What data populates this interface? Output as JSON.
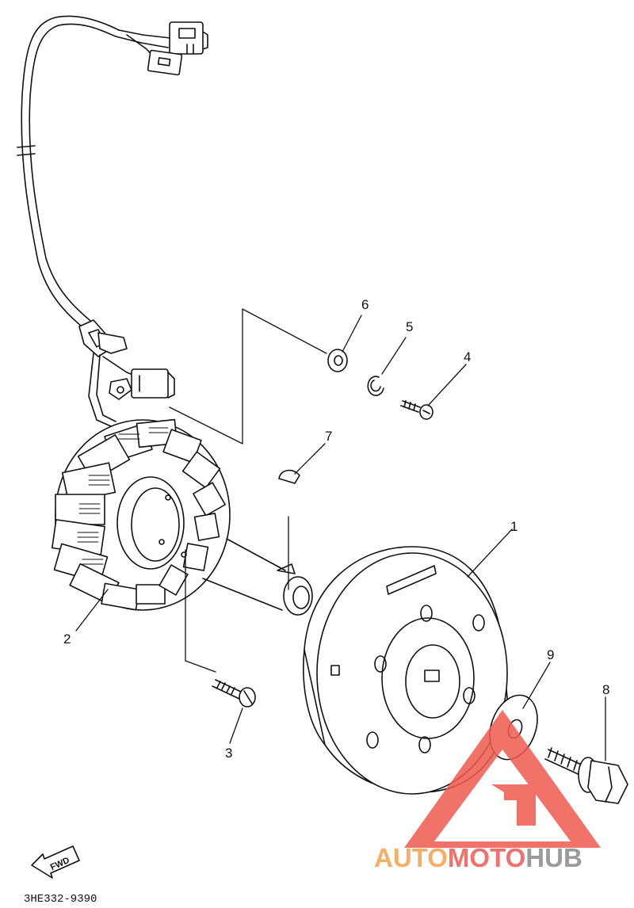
{
  "diagram": {
    "part_code": "3HE332-9390",
    "fwd_label": "FWD",
    "callouts": [
      "1",
      "2",
      "3",
      "4",
      "5",
      "6",
      "7",
      "8",
      "9"
    ]
  },
  "watermark": {
    "part1": "AUTO",
    "part2": "MOTO",
    "part3": "HUB",
    "color_orange": "#f5a04a",
    "color_red": "#ee5a50",
    "color_gray": "#8a8a8a"
  }
}
